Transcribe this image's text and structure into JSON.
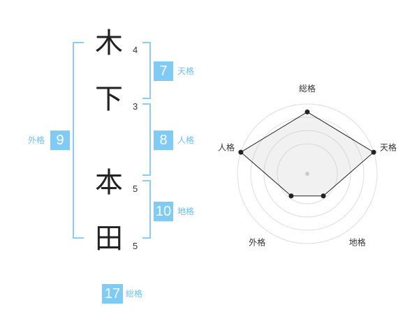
{
  "name_chars": [
    {
      "char": "木",
      "strokes": "4"
    },
    {
      "char": "下",
      "strokes": "3"
    },
    {
      "char": "本",
      "strokes": "5"
    },
    {
      "char": "田",
      "strokes": "5"
    }
  ],
  "fortune": {
    "tenkaku": {
      "value": "7",
      "label": "天格"
    },
    "jinkaku": {
      "value": "8",
      "label": "人格"
    },
    "chikaku": {
      "value": "10",
      "label": "地格"
    },
    "gaikaku": {
      "value": "9",
      "label": "外格"
    },
    "soukaku": {
      "value": "17",
      "label": "総格"
    }
  },
  "colors": {
    "accent": "#7fcbf6",
    "bracket": "#8ccdf3",
    "text": "#222222"
  },
  "chart_data": {
    "type": "radar",
    "axes": [
      "総格",
      "天格",
      "地格",
      "外格",
      "人格"
    ],
    "values": [
      0.85,
      1.0,
      0.2,
      0.2,
      1.0
    ],
    "rings": 4,
    "range": [
      0,
      1
    ]
  }
}
